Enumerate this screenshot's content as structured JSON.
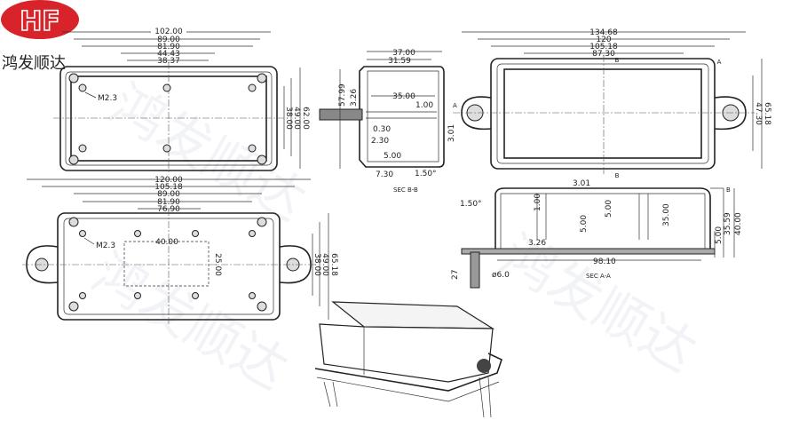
{
  "logo": {
    "letters": "HF",
    "brand_name": "鸿发顺达",
    "color": "#d8232a"
  },
  "watermark": "鸿发顺达",
  "top_view": {
    "width_dims": [
      "102.00",
      "89.00",
      "81.90",
      "44.43",
      "38.37"
    ],
    "height_dims": [
      "38.00",
      "49.00",
      "62.00"
    ],
    "thread_label": "M2.3"
  },
  "section_b": {
    "title": "SEC B-B",
    "labels": {
      "w1": "37.00",
      "w2": "31.59",
      "inner": "35.00",
      "h": "57.99",
      "h2": "3.26",
      "t1": "1.00",
      "t2": "3.01",
      "a1": "0.30",
      "a2": "2.30",
      "a3": "5.00",
      "b1": "7.30",
      "draft": "1.50°",
      "mark": "A"
    }
  },
  "flange_top_view": {
    "width_dims": [
      "134.68",
      "120",
      "105.18",
      "87.30"
    ],
    "height_dims": [
      "47.30",
      "65.18"
    ],
    "marks": [
      "A",
      "B",
      "B"
    ]
  },
  "bottom_view": {
    "width_dims": [
      "120.00",
      "105.18",
      "89.00",
      "81.90",
      "76.90"
    ],
    "inner_w": "40.00",
    "inner_h": "25.00",
    "height_dims": [
      "38.00",
      "49.00",
      "65.18"
    ],
    "thread_label": "M2.3"
  },
  "section_a": {
    "title": "SEC A-A",
    "labels": {
      "draft": "1.50°",
      "rib": "3.01",
      "r1": "1.00",
      "r2": "5.00",
      "r3": "5.00",
      "r4": "35.00",
      "base": "3.26",
      "len": "98.10",
      "h1": "5.00",
      "h2": "35.59",
      "h3": "40.00",
      "screw": "27",
      "dia": "ø6.0",
      "mark": "B"
    }
  }
}
